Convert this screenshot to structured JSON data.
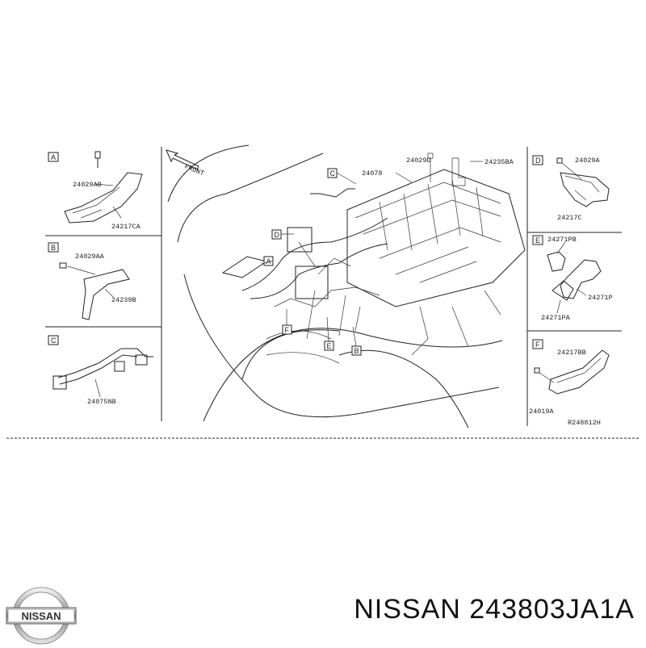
{
  "diagram": {
    "front_label": "FRONT",
    "ref_code": "R248812H",
    "panels": {
      "a": {
        "letter": "A",
        "parts": [
          "24029AB",
          "24217CA"
        ]
      },
      "b": {
        "letter": "B",
        "parts": [
          "24029AA",
          "24239B"
        ]
      },
      "c": {
        "letter": "C",
        "parts": [
          "24075NB"
        ]
      },
      "d": {
        "letter": "D",
        "parts": [
          "24029A",
          "24217C"
        ]
      },
      "e": {
        "letter": "E",
        "parts": [
          "24271PB",
          "24271P",
          "24271PA"
        ]
      },
      "f": {
        "letter": "F",
        "parts": [
          "24217BB",
          "24019A"
        ]
      }
    },
    "center_parts": [
      "24029D",
      "24078",
      "24235BA"
    ],
    "center_callouts": [
      "C",
      "D",
      "A",
      "F",
      "E",
      "B"
    ]
  },
  "footer": {
    "brand": "NISSAN",
    "title": "NISSAN 243803JA1A"
  }
}
